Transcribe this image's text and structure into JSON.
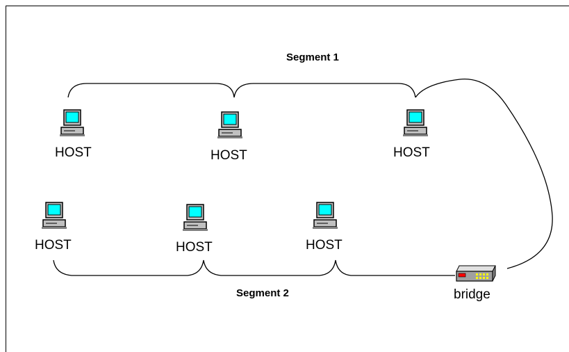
{
  "segments": {
    "segment1_label": "Segment 1",
    "segment2_label": "Segment 2"
  },
  "hosts": [
    {
      "label": "HOST",
      "icon": "computer-icon"
    },
    {
      "label": "HOST",
      "icon": "computer-icon"
    },
    {
      "label": "HOST",
      "icon": "computer-icon"
    },
    {
      "label": "HOST",
      "icon": "computer-icon"
    },
    {
      "label": "HOST",
      "icon": "computer-icon"
    },
    {
      "label": "HOST",
      "icon": "computer-icon"
    }
  ],
  "bridge": {
    "label": "bridge",
    "icon": "bridge-device-icon"
  },
  "colors": {
    "monitor_screen": "#00ffff",
    "device_body": "#c0c0c0",
    "outline": "#000000",
    "led": "#ffff00",
    "led_red": "#ff0000"
  }
}
